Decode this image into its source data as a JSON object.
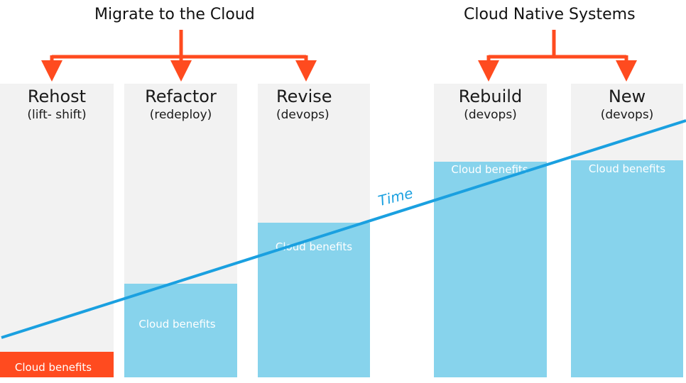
{
  "groups": {
    "migrate": "Migrate to the Cloud",
    "native": "Cloud Native Systems"
  },
  "columns": [
    {
      "title": "Rehost",
      "subtitle": "(lift- shift)",
      "benefit": "Cloud benefits",
      "color": "#ff4b1f"
    },
    {
      "title": "Refactor",
      "subtitle": "(redeploy)",
      "benefit": "Cloud benefits",
      "color": "#87d3ec"
    },
    {
      "title": "Revise",
      "subtitle": "(devops)",
      "benefit": "Cloud benefits",
      "color": "#87d3ec"
    },
    {
      "title": "Rebuild",
      "subtitle": "(devops)",
      "benefit": "Cloud benefits",
      "color": "#87d3ec"
    },
    {
      "title": "New",
      "subtitle": "(devops)",
      "benefit": "Cloud benefits",
      "color": "#87d3ec"
    }
  ],
  "trend": {
    "label": "Time",
    "color": "#1aa0e0"
  },
  "colors": {
    "arrow": "#ff4b1f",
    "panel": "#f2f2f2"
  }
}
